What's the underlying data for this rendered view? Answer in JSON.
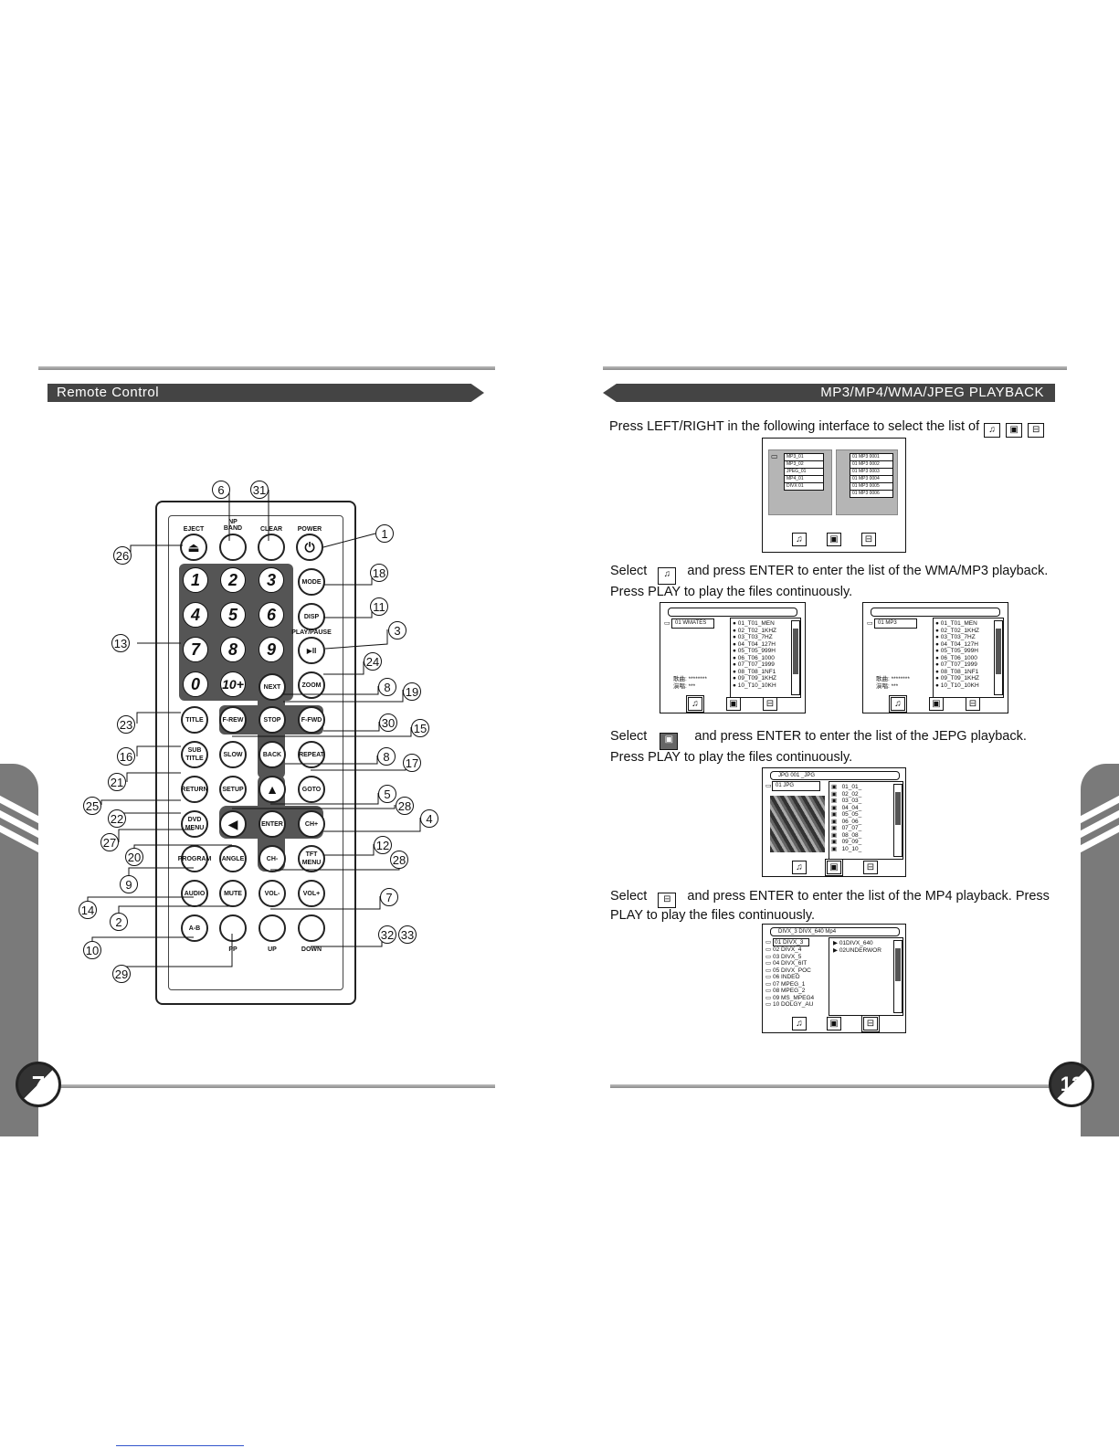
{
  "left_page": {
    "header": "Remote Control",
    "page_number": "7",
    "remote": {
      "top_buttons": [
        {
          "label": "EJECT",
          "icon": "eject-icon",
          "glyph": "⏏"
        },
        {
          "label": "NP\nBAND",
          "glyph": ""
        },
        {
          "label": "CLEAR",
          "glyph": ""
        },
        {
          "label": "POWER",
          "icon": "power-icon",
          "glyph": "⏻"
        }
      ],
      "numbers": [
        "1",
        "2",
        "3",
        "4",
        "5",
        "6",
        "7",
        "8",
        "9",
        "0",
        "10+"
      ],
      "side_buttons": [
        "MODE",
        "DISP",
        "PLAY/PAUSE",
        "ZOOM"
      ],
      "play_pause_glyph": "▶II",
      "rows": {
        "title": "TITLE",
        "frew": "F-REW",
        "stop": "STOP",
        "ffwd": "F-FWD",
        "next": "NEXT",
        "sub_title": "SUB\nTITLE",
        "slow": "SLOW",
        "back": "BACK",
        "repeat": "REPEAT",
        "return": "RETURN",
        "setup": "SETUP",
        "goto": "GOTO",
        "dvd_menu": "DVD\nMENU",
        "enter": "ENTER",
        "chplus": "CH+",
        "program": "PROGRAM",
        "angle": "ANGLE",
        "chminus": "CH-",
        "tft_menu": "TFT\nMENU",
        "audio": "AUDIO",
        "mute": "MUTE",
        "volminus": "VOL-",
        "volplus": "VOL+",
        "ab": "A-B",
        "pp": "PP",
        "up": "UP",
        "down": "DOWN"
      }
    },
    "callouts": [
      "6",
      "31",
      "1",
      "26",
      "18",
      "11",
      "13",
      "3",
      "24",
      "8",
      "19",
      "23",
      "30",
      "15",
      "16",
      "8",
      "17",
      "21",
      "5",
      "25",
      "28",
      "22",
      "4",
      "27",
      "12",
      "20",
      "28",
      "9",
      "14",
      "7",
      "2",
      "32",
      "33",
      "10",
      "29"
    ]
  },
  "right_page": {
    "header": "MP3/MP4/WMA/JPEG PLAYBACK",
    "page_number": "12",
    "intro": "Press LEFT/RIGHT in the following interface to select the list of",
    "icons": {
      "music": "♫",
      "photo": "▣",
      "movie": "⊟"
    },
    "menu_screen": {
      "left_items": [
        "MP3_01",
        "MP3_02",
        "JPEG_01",
        "MP4_01",
        "DIVX 01"
      ],
      "right_items": [
        "01 MP3 0001",
        "01 MP3 0002",
        "01 MP3 0003",
        "01 MP3 0004",
        "01 MP3 0005",
        "01 MP3 0006"
      ]
    },
    "section_music": {
      "select_word": "Select",
      "line1": "and press ENTER to enter the list of the WMA/MP3 playback.",
      "line2": "Press PLAY to play the files continuously.",
      "screen_a": {
        "folder": "01 WMATES",
        "tracks": [
          "01_T01_MEN",
          "02_T02_1KHZ",
          "03_T03_7HZ",
          "04_T04_127H",
          "05_T05_999H",
          "06_T06_1000",
          "07_T07_1999",
          "08_T08_1NF1",
          "09_T09_1KHZ",
          "10_T10_10KH"
        ],
        "meta1": "歌曲: ********",
        "meta2": "演唱: ***"
      },
      "screen_b": {
        "folder": "01 MP3",
        "tracks": [
          "01_T01_MEN",
          "02_T02_1KHZ",
          "03_T03_7HZ",
          "04_T04_127H",
          "05_T05_999H",
          "06_T06_1000",
          "07_T07_1999",
          "08_T08_1NF1",
          "09_T09_1KHZ",
          "10_T10_10KH"
        ],
        "meta1": "歌曲: ********",
        "meta2": "演唱: ***"
      }
    },
    "section_photo": {
      "select_word": "Select",
      "line1": "and press ENTER to enter the list of the JEPG playback.",
      "line2": "Press PLAY to play the files continuously.",
      "screen": {
        "path": "JPG 001 _JPG",
        "folder": "01 JPG",
        "files": [
          "01_01_",
          "02_02_",
          "03_03_",
          "04_04_",
          "05_05_",
          "06_06_",
          "07_07_",
          "08_08_",
          "09_09_",
          "10_10_"
        ]
      }
    },
    "section_movie": {
      "select_word": "Select",
      "line1": "and press ENTER to enter the list of the MP4 playback. Press",
      "line2": "PLAY to play the files continuously.",
      "screen": {
        "path": "DIVX_3 DIVX_640 Mp4",
        "folders": [
          "01 DIVX_3",
          "02 DIVX_4",
          "03 DIVX_5",
          "04 DIVX_6IT",
          "05 DIVX_POC",
          "06 INDEO",
          "07 MPEG_1",
          "08 MPEG_2",
          "09 MS_MPEG4",
          "10 DOLGY_AU"
        ],
        "files": [
          "01DIVX_640",
          "02UNDERWOR"
        ]
      }
    }
  }
}
